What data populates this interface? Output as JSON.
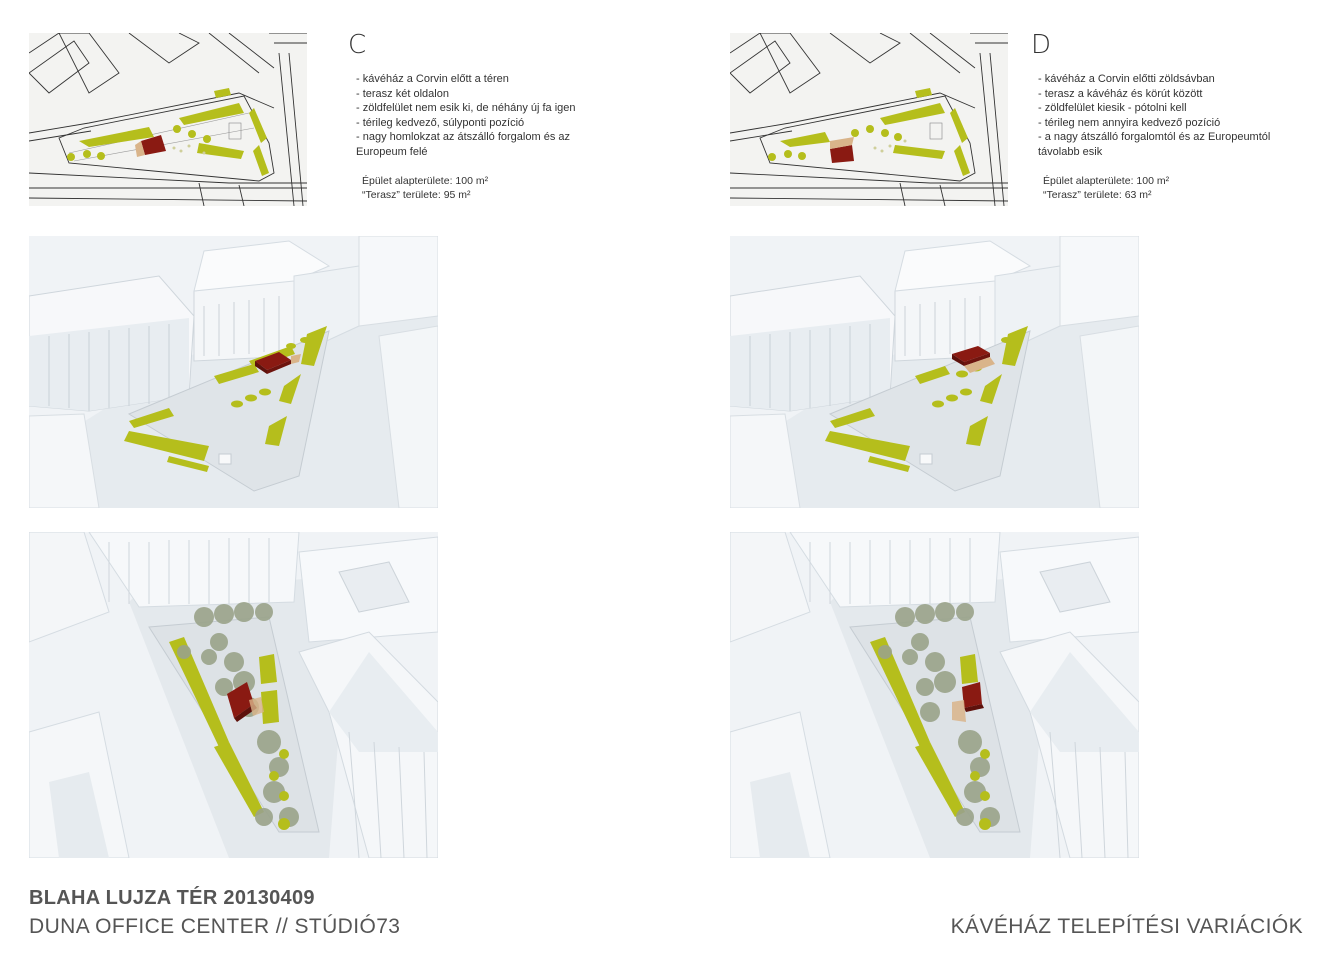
{
  "footer": {
    "title": "BLAHA LUJZA TÉR 20130409",
    "subtitle": "DUNA OFFICE CENTER // STÚDIÓ73",
    "right_title": "KÁVÉHÁZ TELEPÍTÉSI VARIÁCIÓK"
  },
  "options": [
    {
      "letter": "C",
      "notes": [
        "- kávéház a Corvin előtt a téren",
        "- terasz két oldalon",
        "- zöldfelület nem esik ki, de néhány új fa igen",
        "- térileg kedvező, súlyponti pozíció",
        "- nagy homlokzat az átszálló forgalom és az",
        "Europeum felé"
      ],
      "building_area": "Épület alapterülete: 100 m²",
      "terrace_area": "“Terasz” területe: 95 m²"
    },
    {
      "letter": "D",
      "notes": [
        "- kávéház a Corvin előtti zöldsávban",
        "- terasz a kávéház és körút között",
        "- zöldfelület kiesik - pótolni kell",
        "- térileg nem annyira kedvező pozíció",
        "- a nagy átszálló forgalomtól és az Europeumtól",
        "távolabb esik"
      ],
      "building_area": "Épület alapterülete: 100 m²",
      "terrace_area": "“Terasz” területe: 63 m²"
    }
  ],
  "colors": {
    "green": "#b5be1c",
    "cafe": "#8a1a12",
    "terrace": "#d9b48a",
    "building": "#f4f6f8",
    "street": "#e4e8ec"
  }
}
